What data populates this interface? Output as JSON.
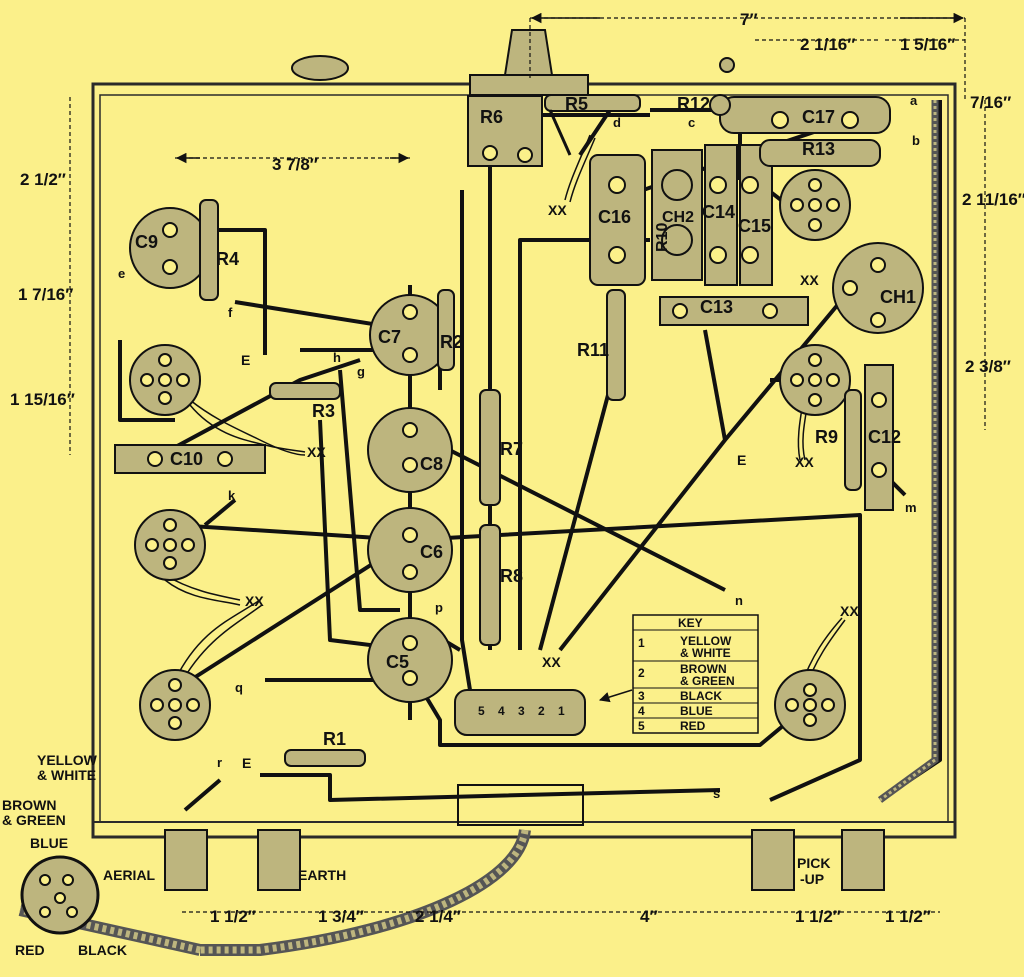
{
  "components": {
    "R1": "R1",
    "R2": "R2",
    "R3": "R3",
    "R4": "R4",
    "R5": "R5",
    "R6": "R6",
    "R7": "R7",
    "R8": "R8",
    "R9": "R9",
    "R10": "R10",
    "R11": "R11",
    "R12": "R12",
    "R13": "R13",
    "C5": "C5",
    "C6": "C6",
    "C7": "C7",
    "C8": "C8",
    "C9": "C9",
    "C10": "C10",
    "C12": "C12",
    "C13": "C13",
    "C14": "C14",
    "C15": "C15",
    "C16": "C16",
    "C17": "C17",
    "CH1": "CH1",
    "CH2": "CH2"
  },
  "points": {
    "a": "a",
    "b": "b",
    "c": "c",
    "d": "d",
    "e": "e",
    "f": "f",
    "g": "g",
    "h": "h",
    "k": "k",
    "m": "m",
    "n": "n",
    "p": "p",
    "q": "q",
    "r": "r",
    "s": "s",
    "E": "E",
    "XX": "XX"
  },
  "terminals": {
    "aerial": "AERIAL",
    "earth": "EARTH",
    "pickup_1": "PICK",
    "pickup_2": "-UP"
  },
  "dimensions": {
    "top_width": "7″",
    "top_right_1": "2 1/16″",
    "top_right_2": "1 5/16″",
    "right_1": "7/16″",
    "right_2": "2 11/16″",
    "right_3": "2 3/8″",
    "left_1": "2 1/2″",
    "left_2": "1 7/16″",
    "left_3": "1 15/16″",
    "upper_left_span": "3 7/8″",
    "bottom_1": "1 1/2″",
    "bottom_2": "1 3/4″",
    "bottom_3": "2 1/4″",
    "bottom_4": "4″",
    "bottom_5": "1 1/2″",
    "bottom_6": "1 1/2″"
  },
  "key": {
    "title": "KEY",
    "rows": [
      {
        "num": "1",
        "line1": "YELLOW",
        "line2": "& WHITE"
      },
      {
        "num": "2",
        "line1": "BROWN",
        "line2": "& GREEN"
      },
      {
        "num": "3",
        "line1": "BLACK",
        "line2": ""
      },
      {
        "num": "4",
        "line1": "BLUE",
        "line2": ""
      },
      {
        "num": "5",
        "line1": "RED",
        "line2": ""
      }
    ],
    "strip_numbers": [
      "5",
      "4",
      "3",
      "2",
      "1"
    ]
  },
  "plug": {
    "yellow_white_1": "YELLOW",
    "yellow_white_2": "& WHITE",
    "brown_green_1": "BROWN",
    "brown_green_2": "& GREEN",
    "blue": "BLUE",
    "red": "RED",
    "black": "BLACK"
  },
  "colors": {
    "background": "#fbf08a",
    "ink": "#111111",
    "component_fill": "#bdb57e",
    "panel_edge": "#2a2a2a"
  }
}
